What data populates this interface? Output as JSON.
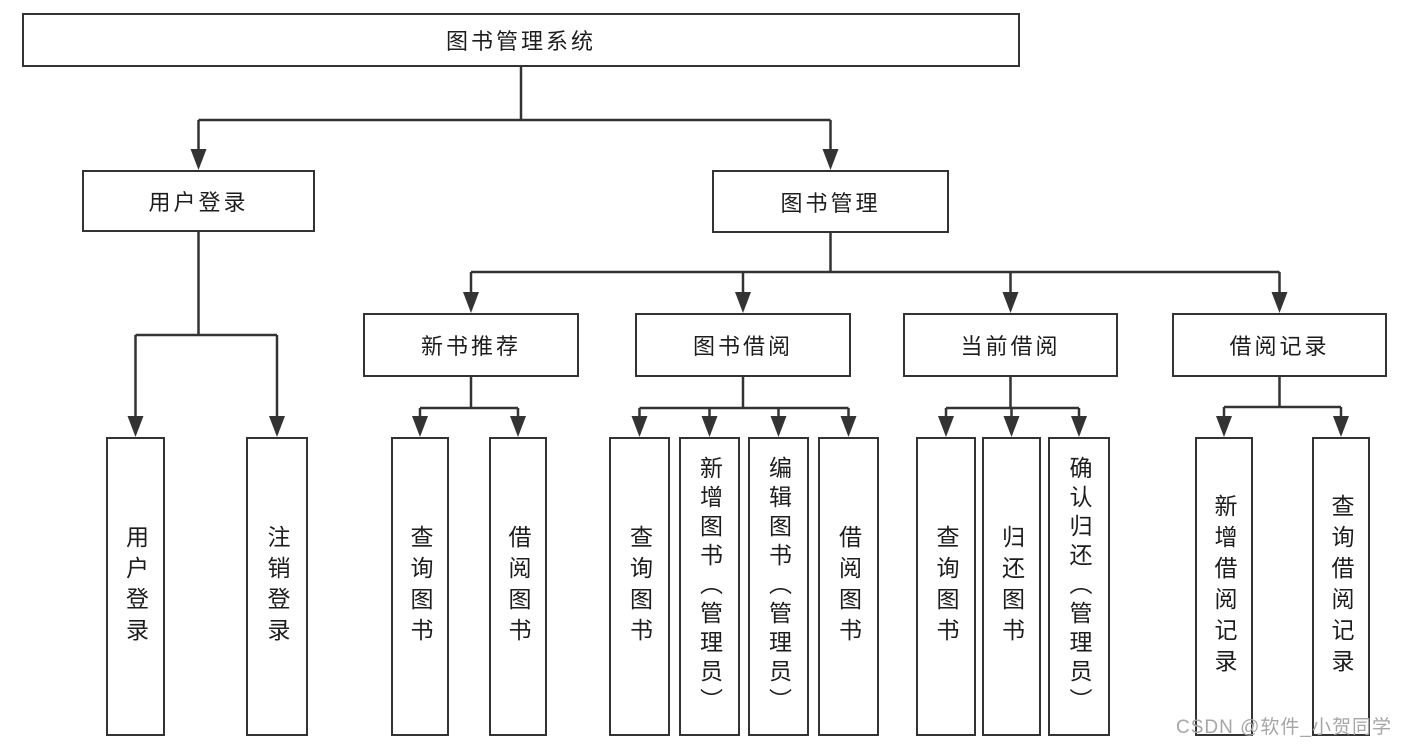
{
  "tree": {
    "label": "图书管理系统",
    "children": [
      {
        "label": "用户登录",
        "children": [
          {
            "label": "用户登录"
          },
          {
            "label": "注销登录"
          }
        ]
      },
      {
        "label": "图书管理",
        "children": [
          {
            "label": "新书推荐",
            "children": [
              {
                "label": "查询图书"
              },
              {
                "label": "借阅图书"
              }
            ]
          },
          {
            "label": "图书借阅",
            "children": [
              {
                "label": "查询图书"
              },
              {
                "label": "新增图书（管理员）"
              },
              {
                "label": "编辑图书（管理员）"
              },
              {
                "label": "借阅图书"
              }
            ]
          },
          {
            "label": "当前借阅",
            "children": [
              {
                "label": "查询图书"
              },
              {
                "label": "归还图书"
              },
              {
                "label": "确认归还（管理员）"
              }
            ]
          },
          {
            "label": "借阅记录",
            "children": [
              {
                "label": "新增借阅记录"
              },
              {
                "label": "查询借阅记录"
              }
            ]
          }
        ]
      }
    ]
  },
  "watermark": {
    "text": "CSDN @软件_小贺同学",
    "color": "#a6a6a6"
  },
  "colors": {
    "line": "#333333",
    "box_border": "#333333",
    "box_fill": "#ffffff",
    "text": "#1d1d1d",
    "background": "#ffffff"
  }
}
